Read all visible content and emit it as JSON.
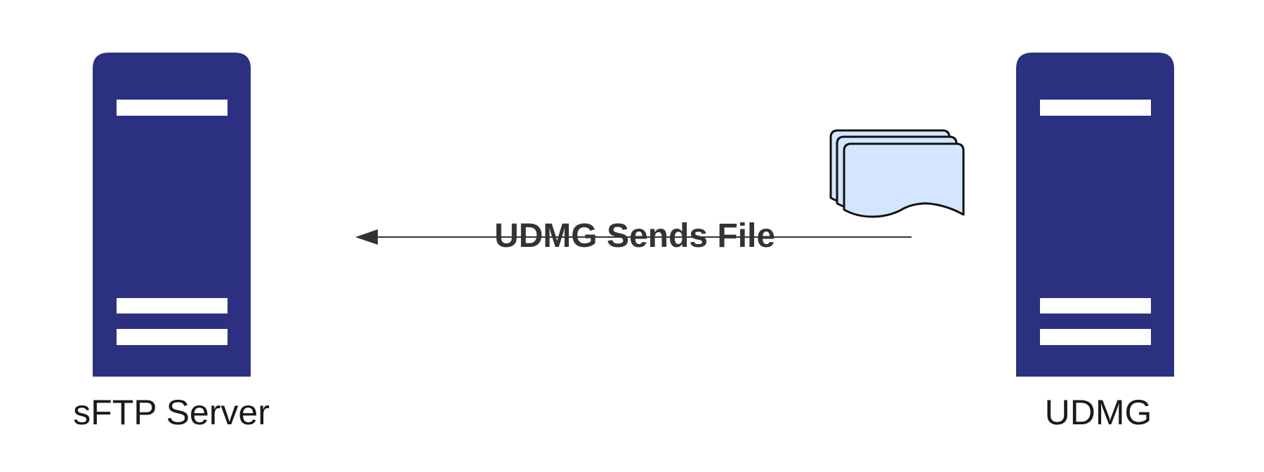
{
  "nodes": {
    "left": {
      "label": "sFTP Server",
      "icon": "server-icon"
    },
    "right": {
      "label": "UDMG",
      "icon": "server-icon"
    }
  },
  "edge": {
    "label": "UDMG Sends File",
    "direction": "right-to-left",
    "icon": "file-stack-icon"
  },
  "colors": {
    "server": "#2b3180",
    "server_bars": "#ffffff",
    "file_fill": "#d4e6ff",
    "file_stroke": "#111111",
    "connector": "#333333",
    "label": "#1a1a1a"
  }
}
